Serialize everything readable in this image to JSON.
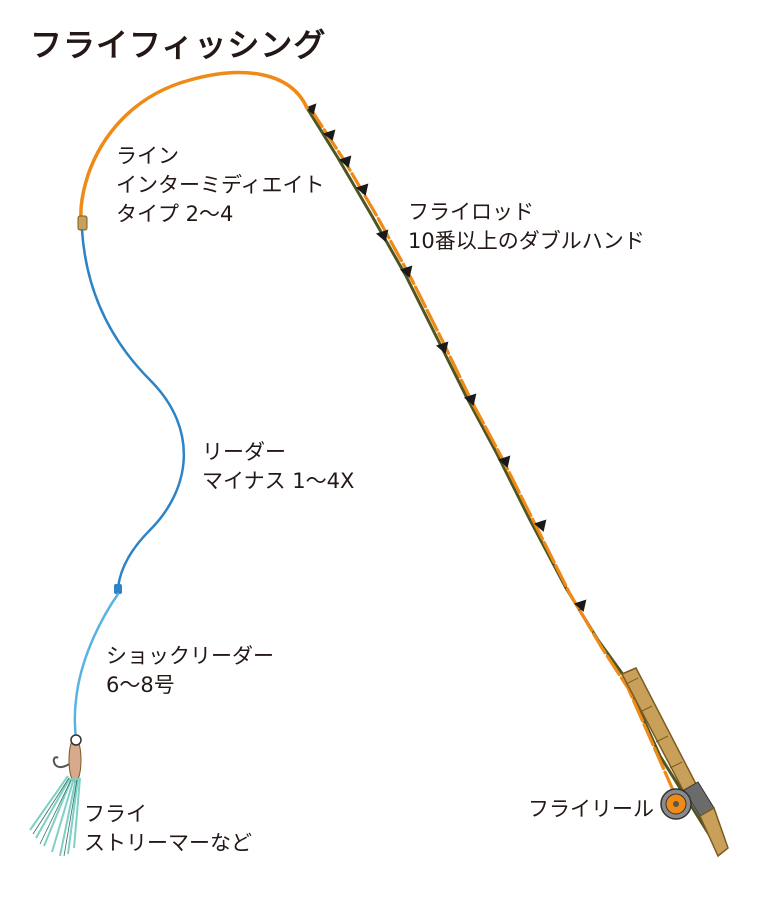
{
  "title": "フライフィッシング",
  "labels": {
    "line": [
      "ライン",
      "インターミディエイト",
      "タイプ 2〜4"
    ],
    "rod": [
      "フライロッド",
      "10番以上のダブルハンド"
    ],
    "leader": [
      "リーダー",
      "マイナス 1〜4X"
    ],
    "shock_leader": [
      "ショックリーダー",
      "6〜8号"
    ],
    "fly": [
      "フライ",
      "ストリーマーなど"
    ],
    "reel": "フライリール"
  },
  "colors": {
    "line": "#ef8a17",
    "leader": "#2c83c6",
    "shock_leader": "#59b3e0",
    "rod_blank": "#4e5521",
    "rod_guide": "#1a1a1a",
    "grip": "#c9a05a",
    "reel": "#8a8a8a",
    "fly_body": "#d8a98c",
    "fly_wing": "#7fd0c4",
    "text": "#231815"
  }
}
